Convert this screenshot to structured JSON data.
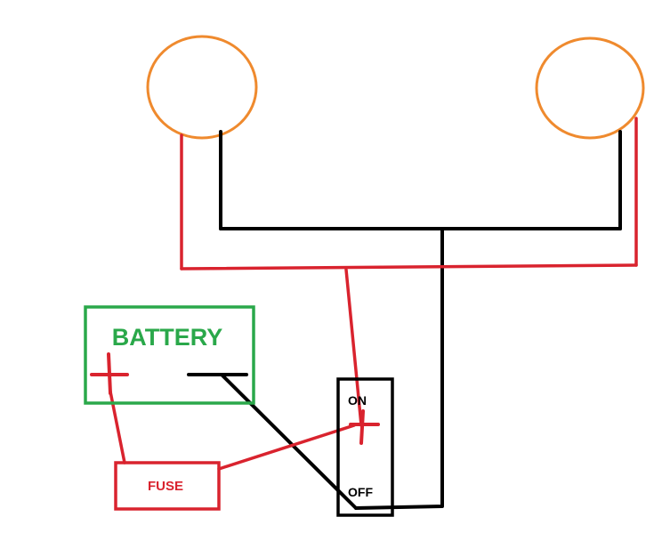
{
  "labels": {
    "battery": "BATTERY",
    "fuse": "FUSE",
    "switch_on": "ON",
    "switch_off": "OFF"
  },
  "colors": {
    "lamp": "#ef8a2e",
    "positive_wire": "#d9232e",
    "negative_wire": "#000000",
    "battery": "#2aa84a",
    "fuse": "#d9232e",
    "switch": "#000000"
  }
}
